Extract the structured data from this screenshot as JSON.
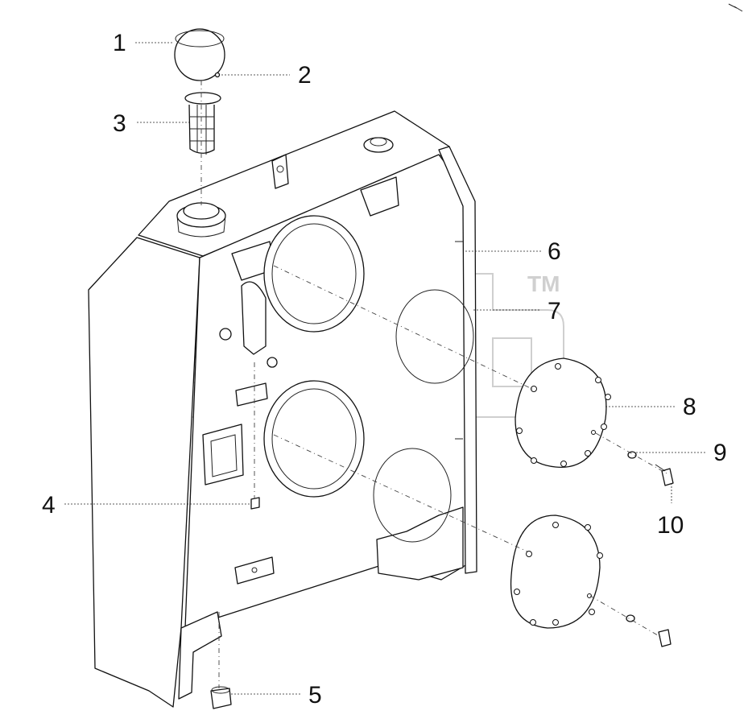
{
  "callouts": [
    {
      "id": "1",
      "label": "1"
    },
    {
      "id": "2",
      "label": "2"
    },
    {
      "id": "3",
      "label": "3"
    },
    {
      "id": "4",
      "label": "4"
    },
    {
      "id": "5",
      "label": "5"
    },
    {
      "id": "6",
      "label": "6"
    },
    {
      "id": "7",
      "label": "7"
    },
    {
      "id": "8",
      "label": "8"
    },
    {
      "id": "9",
      "label": "9"
    },
    {
      "id": "10",
      "label": "10"
    }
  ],
  "watermark": {
    "trademark": "TM"
  }
}
